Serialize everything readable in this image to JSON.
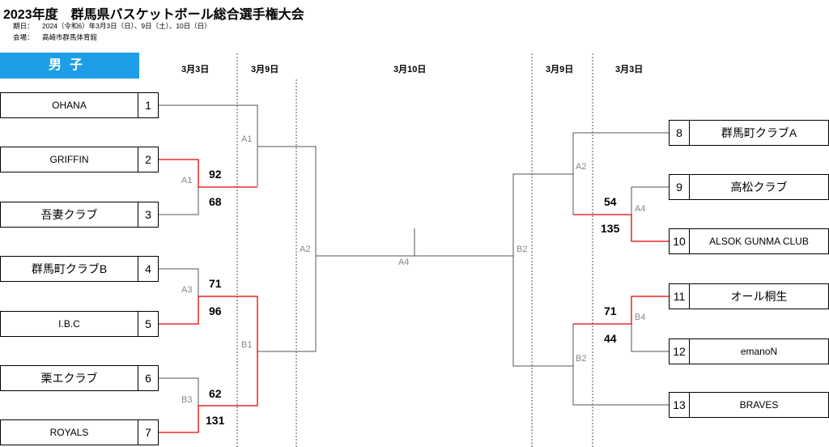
{
  "header": {
    "title": "2023年度　群馬県バスケットボール総合選手権大会",
    "period_label": "期日：",
    "period_value": "2024（令和6）年3月3日（日）、9日（土）、10日（日）",
    "venue_label": "会場：",
    "venue_value": "高崎市群馬体育館"
  },
  "division": "男子",
  "dates": {
    "r1_left": "3月3日",
    "r2_left": "3月9日",
    "final": "3月10日",
    "r2_right": "3月9日",
    "r1_right": "3月3日"
  },
  "left_teams": [
    {
      "name": "OHANA",
      "no": "1"
    },
    {
      "name": "GRIFFIN",
      "no": "2"
    },
    {
      "name": "吾妻クラブ",
      "no": "3"
    },
    {
      "name": "群馬町クラブB",
      "no": "4"
    },
    {
      "name": "I.B.C",
      "no": "5"
    },
    {
      "name": "栗エクラブ",
      "no": "6"
    },
    {
      "name": "ROYALS",
      "no": "7"
    }
  ],
  "right_teams": [
    {
      "name": "群馬町クラブA",
      "no": "8"
    },
    {
      "name": "高松クラブ",
      "no": "9"
    },
    {
      "name": "ALSOK GUNMA CLUB",
      "no": "10"
    },
    {
      "name": "オール桐生",
      "no": "11"
    },
    {
      "name": "emanoN",
      "no": "12"
    },
    {
      "name": "BRAVES",
      "no": "13"
    }
  ],
  "scores": {
    "a1_top": "92",
    "a1_bottom": "68",
    "a3_top": "71",
    "a3_bottom": "96",
    "b3_top": "62",
    "b3_bottom": "131",
    "a4_top": "54",
    "a4_bottom": "135",
    "b4_top": "71",
    "b4_bottom": "44"
  },
  "codes": {
    "A1L": "A1",
    "A1M": "A1",
    "A2L": "A2",
    "A3": "A3",
    "B1": "B1",
    "B3": "B3",
    "A4C": "A4",
    "A2R": "A2",
    "A4R": "A4",
    "B2R": "B2",
    "B4": "B4",
    "B2L": "B2"
  },
  "colors": {
    "accent": "#1e9ee6",
    "winner_line": "#e60000",
    "line": "#555555",
    "code_text": "#888888"
  }
}
